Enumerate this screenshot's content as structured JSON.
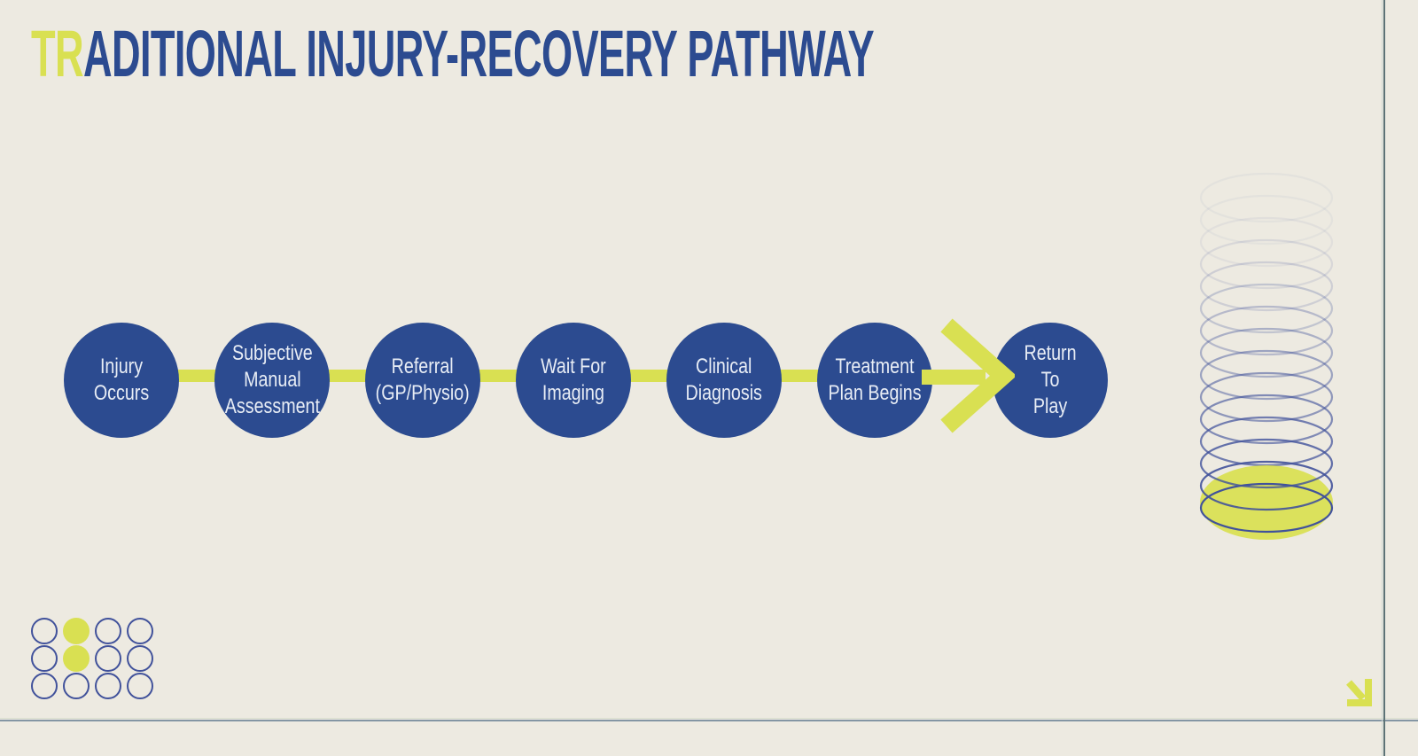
{
  "title": {
    "highlight": "TR",
    "rest": "ADITIONAL INJURY-RECOVERY PATHWAY"
  },
  "pathway": {
    "steps": [
      {
        "lines": [
          "Injury",
          "Occurs"
        ]
      },
      {
        "lines": [
          "Subjective",
          "Manual",
          "Assessment"
        ]
      },
      {
        "lines": [
          "Referral",
          "(GP/Physio)"
        ]
      },
      {
        "lines": [
          "Wait For",
          "Imaging"
        ]
      },
      {
        "lines": [
          "Clinical",
          "Diagnosis"
        ]
      },
      {
        "lines": [
          "Treatment",
          "Plan Begins"
        ]
      },
      {
        "lines": [
          "Return",
          "To",
          "Play"
        ]
      }
    ],
    "final_link": "arrow"
  },
  "decor": {
    "coil": {
      "rings": 15,
      "highlight_base": true
    },
    "dot_grid": {
      "rows": 3,
      "cols": 4,
      "filled_cells": [
        [
          0,
          1
        ],
        [
          1,
          1
        ]
      ]
    },
    "corner_arrow": "down-right-arrow"
  },
  "colors": {
    "background": "#EDEAE1",
    "primary_blue": "#2C4B90",
    "accent_yellow": "#D9E052",
    "circle_text": "#E8EDF5",
    "coil_stroke": "#41529B",
    "rule_dark_h": "#8496A4",
    "rule_light_h": "#D9DECF",
    "rule_dark_v": "#5D7377",
    "rule_light_v": "#CDD7D1"
  }
}
